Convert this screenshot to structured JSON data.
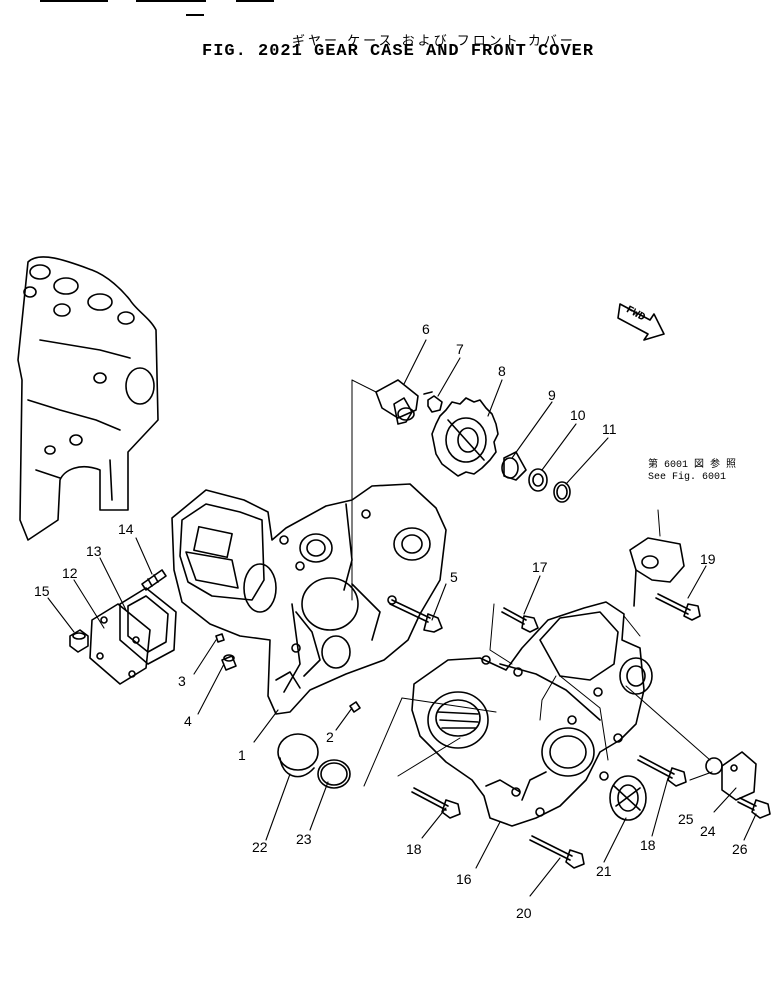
{
  "figure": {
    "title_jp": "ギヤー ケース および フロント カバー",
    "title_en": "FIG. 2021   GEAR  CASE  AND  FRONT  COVER",
    "see_ref_jp": "第 6001 図 参 照",
    "see_ref_en": "See Fig. 6001",
    "fwd_label": "FWD"
  },
  "callouts": [
    {
      "id": "1",
      "label": "1"
    },
    {
      "id": "2",
      "label": "2"
    },
    {
      "id": "3",
      "label": "3"
    },
    {
      "id": "4",
      "label": "4"
    },
    {
      "id": "5",
      "label": "5"
    },
    {
      "id": "6",
      "label": "6"
    },
    {
      "id": "7",
      "label": "7"
    },
    {
      "id": "8",
      "label": "8"
    },
    {
      "id": "9",
      "label": "9"
    },
    {
      "id": "10",
      "label": "10"
    },
    {
      "id": "11",
      "label": "11"
    },
    {
      "id": "12",
      "label": "12"
    },
    {
      "id": "13",
      "label": "13"
    },
    {
      "id": "14",
      "label": "14"
    },
    {
      "id": "15",
      "label": "15"
    },
    {
      "id": "16",
      "label": "16"
    },
    {
      "id": "17",
      "label": "17"
    },
    {
      "id": "18a",
      "label": "18"
    },
    {
      "id": "18b",
      "label": "18"
    },
    {
      "id": "19",
      "label": "19"
    },
    {
      "id": "20",
      "label": "20"
    },
    {
      "id": "21",
      "label": "21"
    },
    {
      "id": "22",
      "label": "22"
    },
    {
      "id": "23",
      "label": "23"
    },
    {
      "id": "24",
      "label": "24"
    },
    {
      "id": "25",
      "label": "25"
    },
    {
      "id": "26",
      "label": "26"
    }
  ]
}
